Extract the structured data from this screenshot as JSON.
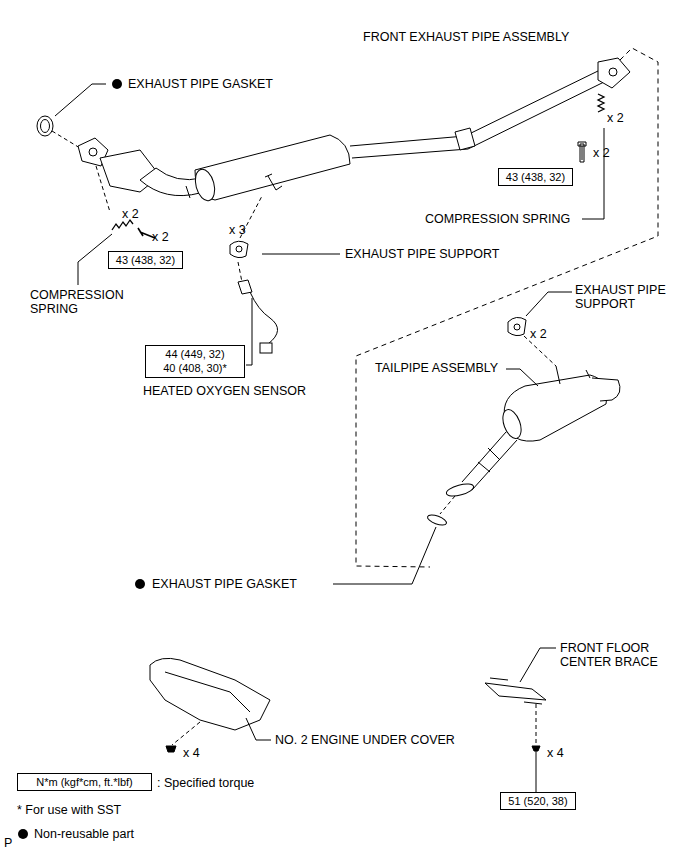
{
  "diagram": {
    "nodes": [
      {
        "text": [
          "43 (438, 32)"
        ]
      },
      {
        "text": [
          "43 (438, 32)"
        ]
      },
      {
        "text": [
          "44 (449, 32)",
          "40 (408, 30)*"
        ]
      },
      {
        "text": [
          "51 (520, 38)"
        ]
      },
      {
        "text": [
          "N*m (kgf*cm, ft.*lbf)"
        ]
      }
    ],
    "labels": [
      "EXHAUST PIPE GASKET",
      "FRONT EXHAUST PIPE ASSEMBLY",
      "x 2",
      "x 2",
      "COMPRESSION SPRING",
      "x 2",
      "x 2",
      "x 3",
      "EXHAUST PIPE SUPPORT",
      "COMPRESSION SPRING",
      "HEATED OXYGEN SENSOR",
      "EXHAUST PIPE SUPPORT",
      "x 2",
      "TAILPIPE ASSEMBLY",
      "EXHAUST PIPE GASKET",
      "NO. 2 ENGINE UNDER COVER",
      "x 4",
      "FRONT FLOOR CENTER BRACE",
      "x 4",
      ": Specified torque",
      "* For use with SST",
      "P"
    ],
    "legend": [
      {
        "text": "Non-reusable part",
        "color": "#000000"
      }
    ]
  }
}
